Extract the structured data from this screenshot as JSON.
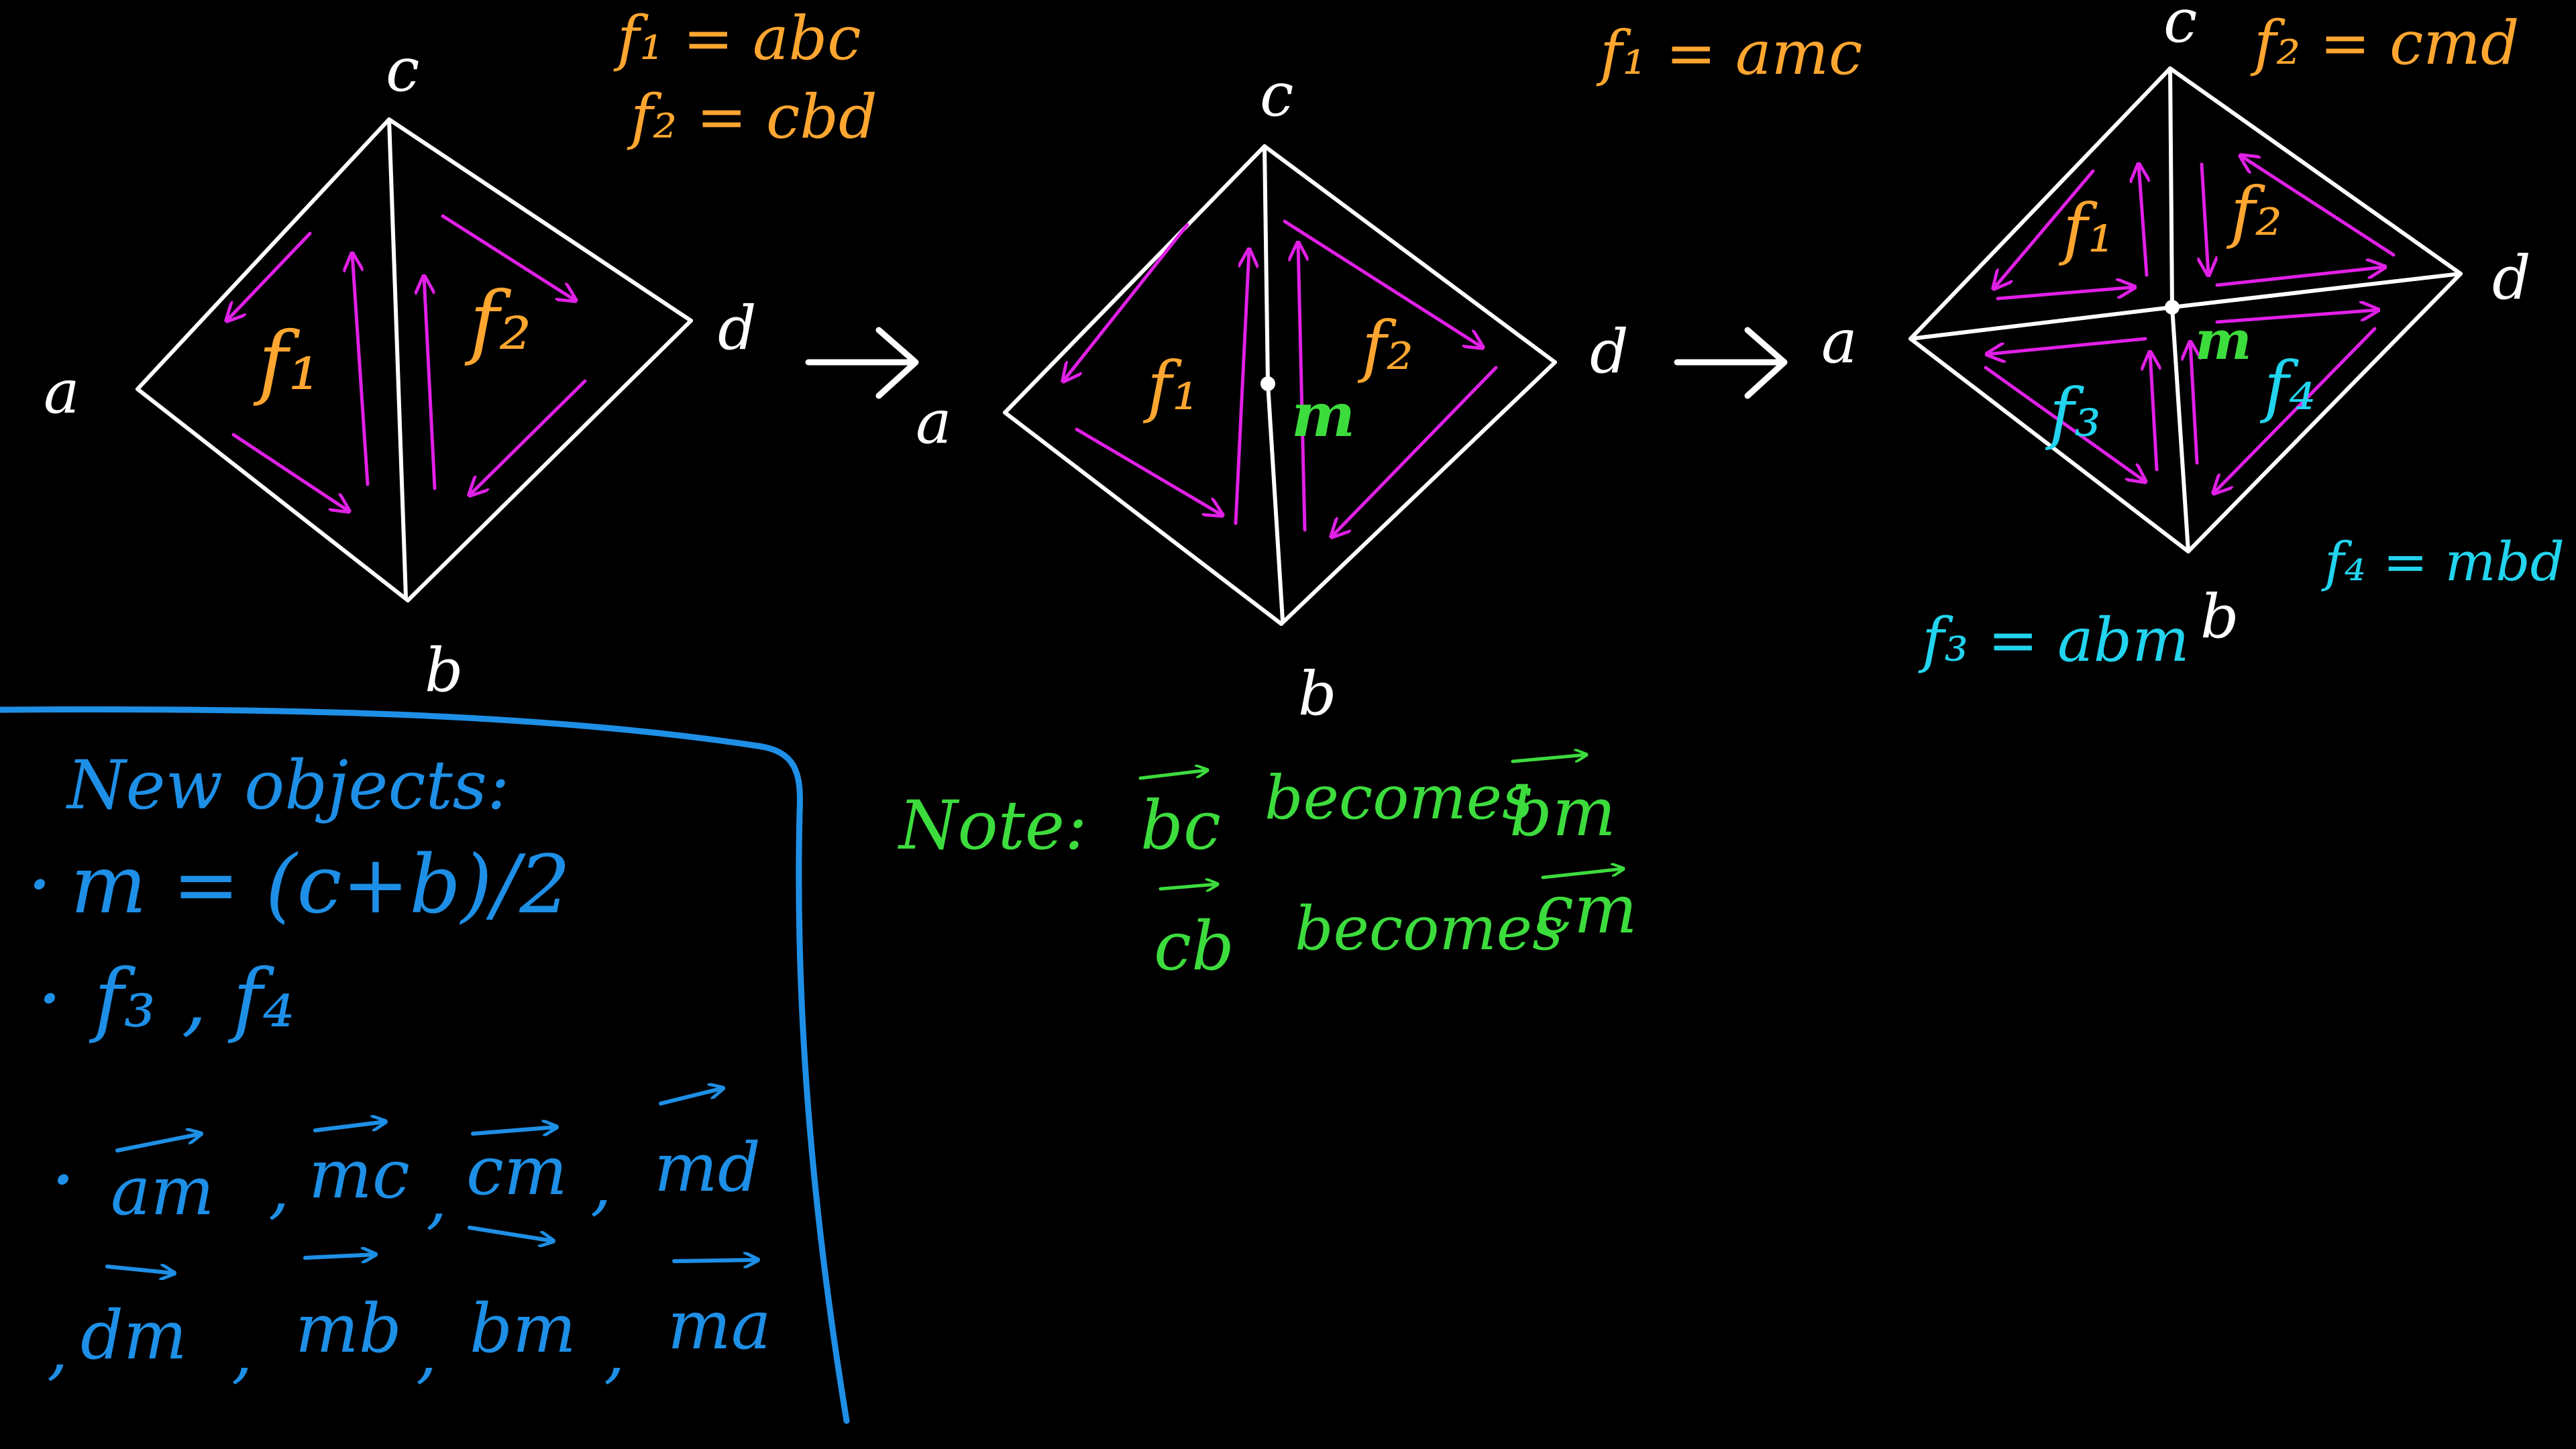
{
  "diagram1": {
    "vertices": {
      "a": "a",
      "b": "b",
      "c": "c",
      "d": "d"
    },
    "faces": {
      "f1": "f₁",
      "f2": "f₂"
    },
    "eq_f1": "f₁ = abc",
    "eq_f2": "f₂ = cbd"
  },
  "diagram2": {
    "vertices": {
      "a": "a",
      "b": "b",
      "c": "c",
      "d": "d",
      "m": "m"
    },
    "faces": {
      "f1": "f₁",
      "f2": "f₂"
    },
    "eq_f1": "f₁ = amc"
  },
  "diagram3": {
    "vertices": {
      "a": "a",
      "b": "b",
      "c": "c",
      "d": "d",
      "m": "m"
    },
    "faces": {
      "f1": "f₁",
      "f2": "f₂",
      "f3": "f₃",
      "f4": "f₄"
    },
    "eq_f2": "f₂ = cmd",
    "eq_f3": "f₃ = abm",
    "eq_f4": "f₄ = mbd"
  },
  "new_objects": {
    "title": "New objects:",
    "midpoint": "m = (c+b)/2",
    "faces": "f₃ ,  f₄",
    "vectors_row1": [
      "am",
      "mc",
      "cm",
      "md"
    ],
    "vectors_row2": [
      "dm",
      "mb",
      "bm",
      "ma"
    ]
  },
  "note": {
    "label": "Note:",
    "line1": {
      "from": "bc",
      "verb": "becomes",
      "to": "bm"
    },
    "line2": {
      "from": "cb",
      "verb": "becomes",
      "to": "cm"
    }
  },
  "colors": {
    "background": "#000000",
    "edges": "#ffffff",
    "orientation_arrows": "#e020e6",
    "face_labels": "#ffa630",
    "midpoint": "#3ddc3d",
    "new_faces": "#22d4ee",
    "new_objects_box": "#1e8fe6"
  }
}
